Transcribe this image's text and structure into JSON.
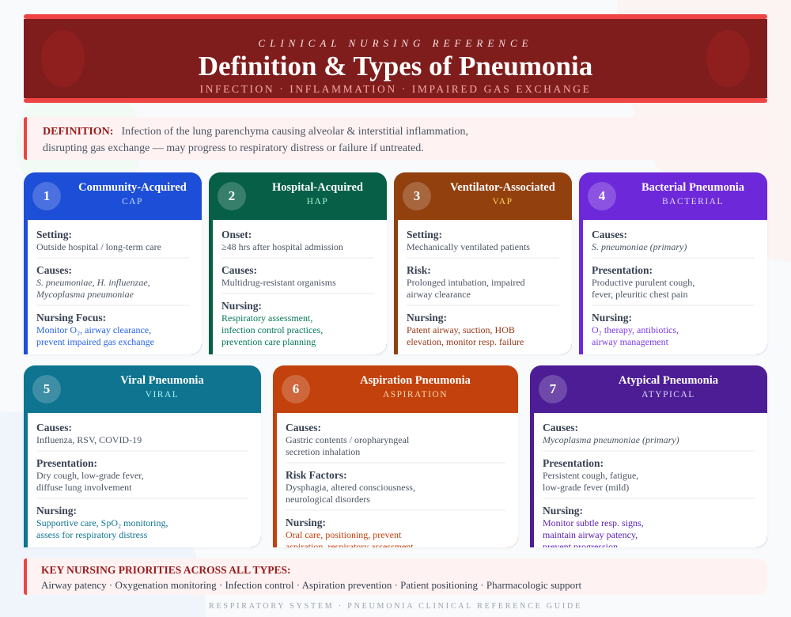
{
  "header": {
    "kicker": "CLINICAL NURSING REFERENCE",
    "title": "Definition & Types of Pneumonia",
    "subtitle": "INFECTION · INFLAMMATION · IMPAIRED GAS EXCHANGE"
  },
  "definition": {
    "label": "DEFINITION:",
    "text": "Infection of the lung parenchyma causing alveolar & interstitial inflammation,",
    "text2": "disrupting gas exchange — may progress to respiratory distress or failure if untreated."
  },
  "cards": [
    {
      "num": "1",
      "name": "Community-Acquired",
      "abbr": "CAP",
      "color": "#1d4ed8",
      "abbrColor": "#bfdbfe",
      "accent": "#2563eb",
      "sections": [
        {
          "label": "Setting:",
          "lines": [
            "Outside hospital / long-term care"
          ]
        },
        {
          "label": "Causes:",
          "lines": [
            "S. pneumoniae, H. influenzae,",
            "Mycoplasma pneumoniae"
          ],
          "italic": true
        },
        {
          "label": "Nursing Focus:",
          "lines": [
            "Monitor O₂, airway clearance,",
            "prevent impaired gas exchange"
          ],
          "accent": true
        }
      ]
    },
    {
      "num": "2",
      "name": "Hospital-Acquired",
      "abbr": "HAP",
      "color": "#065f46",
      "abbrColor": "#a7f3d0",
      "accent": "#047857",
      "sections": [
        {
          "label": "Onset:",
          "lines": [
            "≥48 hrs after hospital admission"
          ]
        },
        {
          "label": "Causes:",
          "lines": [
            "Multidrug-resistant organisms"
          ]
        },
        {
          "label": "Nursing:",
          "lines": [
            "Respiratory assessment,",
            "infection control practices,",
            "prevention care planning"
          ],
          "accent": true
        }
      ]
    },
    {
      "num": "3",
      "name": "Ventilator-Associated",
      "abbr": "VAP",
      "color": "#92400e",
      "abbrColor": "#fcd34d",
      "accent": "#9a3412",
      "sections": [
        {
          "label": "Setting:",
          "lines": [
            "Mechanically ventilated patients"
          ]
        },
        {
          "label": "Risk:",
          "lines": [
            "Prolonged intubation, impaired",
            "airway clearance"
          ]
        },
        {
          "label": "Nursing:",
          "lines": [
            "Patent airway, suction, HOB",
            "elevation, monitor resp. failure"
          ],
          "accent": true
        }
      ]
    },
    {
      "num": "4",
      "name": "Bacterial Pneumonia",
      "abbr": "BACTERIAL",
      "color": "#6d28d9",
      "abbrColor": "#ddd6fe",
      "accent": "#7c3aed",
      "sections": [
        {
          "label": "Causes:",
          "lines": [
            "S. pneumoniae (primary)"
          ],
          "italic": true
        },
        {
          "label": "Presentation:",
          "lines": [
            "Productive purulent cough,",
            "fever, pleuritic chest pain"
          ]
        },
        {
          "label": "Nursing:",
          "lines": [
            "O₂ therapy, antibiotics,",
            "airway management"
          ],
          "accent": true
        }
      ]
    },
    {
      "num": "5",
      "name": "Viral Pneumonia",
      "abbr": "VIRAL",
      "color": "#0e7490",
      "abbrColor": "#a5f3fc",
      "accent": "#0e7490",
      "sections": [
        {
          "label": "Causes:",
          "lines": [
            "Influenza, RSV, COVID-19"
          ]
        },
        {
          "label": "Presentation:",
          "lines": [
            "Dry cough, low-grade fever,",
            "diffuse lung involvement"
          ]
        },
        {
          "label": "Nursing:",
          "lines": [
            "Supportive care, SpO₂ monitoring,",
            "assess for respiratory distress"
          ],
          "accent": true
        }
      ]
    },
    {
      "num": "6",
      "name": "Aspiration Pneumonia",
      "abbr": "ASPIRATION",
      "color": "#c2410c",
      "abbrColor": "#fed7aa",
      "accent": "#c2410c",
      "sections": [
        {
          "label": "Causes:",
          "lines": [
            "Gastric contents / oropharyngeal",
            "secretion inhalation"
          ]
        },
        {
          "label": "Risk Factors:",
          "lines": [
            "Dysphagia, altered consciousness,",
            "neurological disorders"
          ]
        },
        {
          "label": "Nursing:",
          "lines": [
            "Oral care, positioning, prevent",
            "aspiration, respiratory assessment"
          ],
          "accent": true
        }
      ]
    },
    {
      "num": "7",
      "name": "Atypical Pneumonia",
      "abbr": "ATYPICAL",
      "color": "#4c1d95",
      "abbrColor": "#ddd6fe",
      "accent": "#5b21b6",
      "sections": [
        {
          "label": "Causes:",
          "lines": [
            "Mycoplasma pneumoniae (primary)"
          ],
          "italic": true
        },
        {
          "label": "Presentation:",
          "lines": [
            "Persistent cough, fatigue,",
            "low-grade fever (mild)"
          ]
        },
        {
          "label": "Nursing:",
          "lines": [
            "Monitor subtle resp. signs,",
            "maintain airway patency,",
            "prevent progression"
          ],
          "accent": true
        }
      ]
    }
  ],
  "key": {
    "title": "KEY NURSING PRIORITIES ACROSS ALL TYPES:",
    "text": "Airway patency · Oxygenation monitoring · Infection control · Aspiration prevention · Patient positioning · Pharmacologic support"
  },
  "footer": "RESPIRATORY SYSTEM · PNEUMONIA CLINICAL REFERENCE GUIDE"
}
